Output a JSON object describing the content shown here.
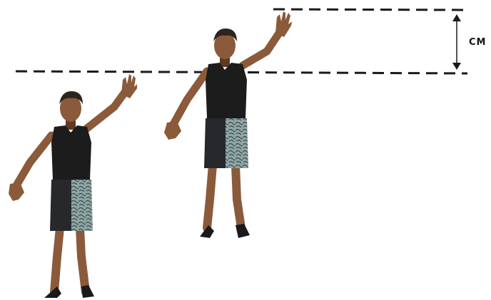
{
  "diagram": {
    "measurement_label": "CM",
    "figures": [
      {
        "name": "standing-reach-figure"
      },
      {
        "name": "jump-reach-figure"
      }
    ],
    "colors": {
      "line": "#1a1a1a",
      "skin": "#8a5a3a",
      "skin_shadow": "#5e3a22",
      "hair": "#2a2520",
      "shirt": "#1c1c1c",
      "shorts_dark": "#26282b",
      "shorts_light": "#8fa6a6",
      "shoe": "#1a1a1a"
    }
  }
}
